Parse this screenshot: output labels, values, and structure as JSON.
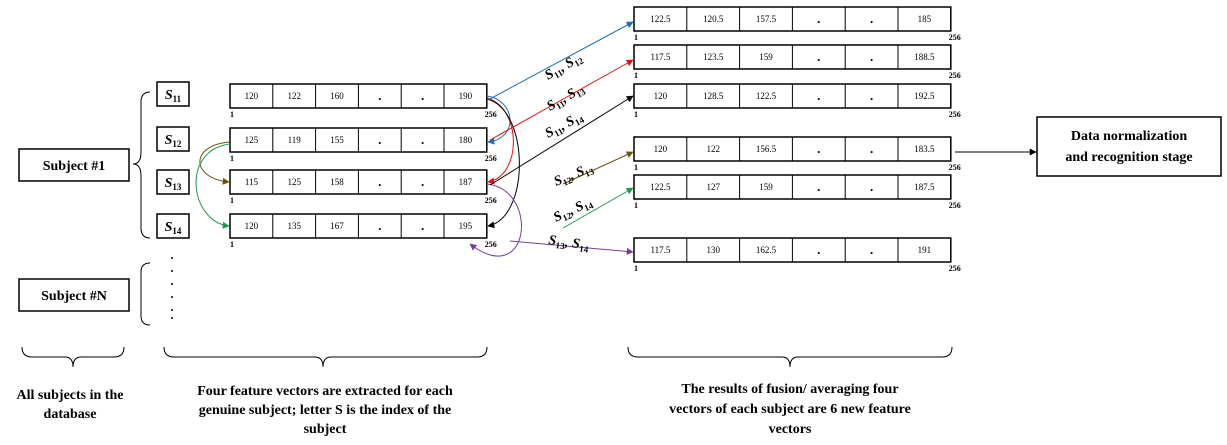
{
  "subjects": {
    "first": "Subject #1",
    "last": "Subject #N"
  },
  "output_box": {
    "line1": "Data normalization",
    "line2": "and recognition stage"
  },
  "index_labels": {
    "start": "1",
    "end": "256"
  },
  "s_labels": [
    {
      "main": "S",
      "sub": "11"
    },
    {
      "main": "S",
      "sub": "12"
    },
    {
      "main": "S",
      "sub": "13"
    },
    {
      "main": "S",
      "sub": "14"
    }
  ],
  "feature_vectors": [
    [
      "120",
      "122",
      "160",
      ".",
      ".",
      "190"
    ],
    [
      "125",
      "119",
      "155",
      ".",
      ".",
      "180"
    ],
    [
      "115",
      "125",
      "158",
      ".",
      ".",
      "187"
    ],
    [
      "120",
      "135",
      "167",
      ".",
      ".",
      "195"
    ]
  ],
  "fused_vectors": [
    [
      "122.5",
      "120.5",
      "157.5",
      ".",
      ".",
      "185"
    ],
    [
      "117.5",
      "123.5",
      "159",
      ".",
      ".",
      "188.5"
    ],
    [
      "120",
      "128.5",
      "122.5",
      ".",
      ".",
      "192.5"
    ],
    [
      "120",
      "122",
      "156.5",
      ".",
      ".",
      "183.5"
    ],
    [
      "122.5",
      "127",
      "159",
      ".",
      ".",
      "187.5"
    ],
    [
      "117.5",
      "130",
      "162.5",
      ".",
      ".",
      "191"
    ]
  ],
  "pair_labels": [
    {
      "a": "11",
      "b": "12",
      "color": "#1f6fb5"
    },
    {
      "a": "11",
      "b": "13",
      "color": "#e01010"
    },
    {
      "a": "11",
      "b": "14",
      "color": "#000000"
    },
    {
      "a": "12",
      "b": "13",
      "color": "#6b5410"
    },
    {
      "a": "12",
      "b": "14",
      "color": "#1a9a4a"
    },
    {
      "a": "13",
      "b": "14",
      "color": "#7b3aa0"
    }
  ],
  "captions": {
    "left": [
      "All subjects in the",
      "database"
    ],
    "middle": [
      "Four feature vectors are extracted for each",
      "genuine subject; letter  S  is the index of the",
      "subject"
    ],
    "right": [
      "The results of fusion/ averaging four",
      "vectors of each subject are 6 new feature",
      "vectors"
    ]
  }
}
